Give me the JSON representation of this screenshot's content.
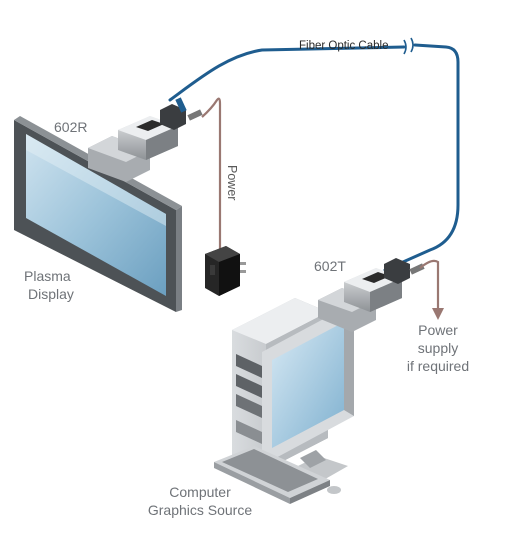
{
  "labels": {
    "fiber": "Fiber Optic Cable",
    "receiver": "602R",
    "power": "Power",
    "plasma_line1": "Plasma",
    "plasma_line2": "Display",
    "transmitter": "602T",
    "supply_line1": "Power",
    "supply_line2": "supply",
    "supply_line3": "if required",
    "source_line1": "Computer",
    "source_line2": "Graphics Source"
  },
  "colors": {
    "cable": "#1f5d8f",
    "power_cord": "#9a7872",
    "label_text": "#6f7378"
  }
}
